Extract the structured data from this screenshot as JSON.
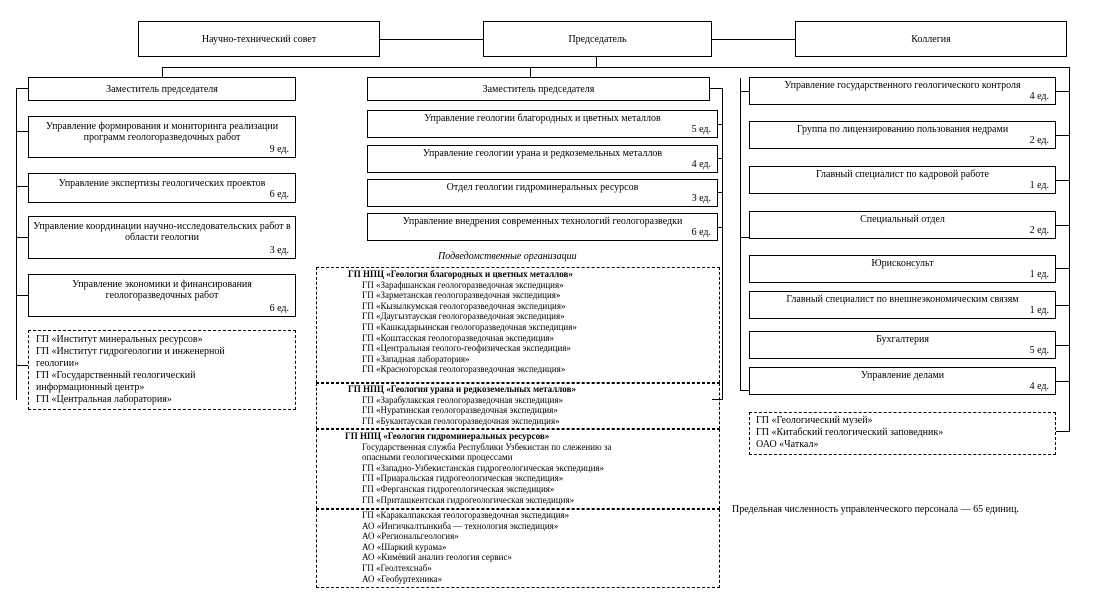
{
  "top": {
    "ntc": "Научно-технический совет",
    "chair": "Председатель",
    "board": "Коллегия"
  },
  "left": {
    "deputy": "Заместитель председателя",
    "units": [
      {
        "name": "Управление формирования и мониторинга реализации программ геологоразведочных работ",
        "staff": "9 ед."
      },
      {
        "name": "Управление экспертизы геологических проектов",
        "staff": "6 ед."
      },
      {
        "name": "Управление координации научно-исследовательских работ в области геологии",
        "staff": "3 ед."
      },
      {
        "name": "Управление экономики и финансирования геологоразведочных работ",
        "staff": "6 ед."
      }
    ],
    "orgs": [
      "ГП «Институт минеральных ресурсов»",
      "ГП «Институт гидрогеологии и инженерной геологии»",
      "ГП «Государственный геологический информационный центр»",
      "ГП «Центральная лаборатория»"
    ]
  },
  "middle": {
    "deputy": "Заместитель председателя",
    "units": [
      {
        "name": "Управление геологии благородных и цветных металлов",
        "staff": "5 ед."
      },
      {
        "name": "Управление геологии урана и редкоземельных металлов",
        "staff": "4 ед."
      },
      {
        "name": "Отдел геологии гидроминеральных ресурсов",
        "staff": "3 ед."
      },
      {
        "name": "Управление внедрения современных технологий геологоразведки",
        "staff": "6 ед."
      }
    ],
    "subordinate_caption": "Подведомственные организации",
    "group1": {
      "head": "ГП НПЦ «Геология благородных и цветных металлов»",
      "items": [
        "ГП «Зарафшанская геологоразведочная экспедиция»",
        "ГП «Зарметанская геологоразведочная экспедиция»",
        "ГП «Кызылкумская геологоразведочная экспедиция»",
        "ГП «Даугызтауская геологоразведочная экспедиция»",
        "ГП «Кашкадарьинская геологоразведочная экспедиция»",
        "ГП «Коштасская геологоразведочная экспедиция»",
        "ГП «Центральная геолого-геофизическая экспедиция»",
        "ГП «Западная лаборатория»",
        "ГП «Красногорская геологоразведочная экспедиция»"
      ]
    },
    "group2": {
      "head": "ГП НПЦ «Геология урана и редкоземельных металлов»",
      "items": [
        "ГП «Зарабулакская геологоразведочная экспедиция»",
        "ГП «Нуратинская геологоразведочная экспедиция»",
        "ГП «Букантауская геологоразведочная экспедиция»"
      ]
    },
    "group3": {
      "head": "ГП НПЦ «Геология гидроминеральных ресурсов»",
      "items": [
        "Государственная служба Республики Узбекистан по слежению за",
        "опасными геологическими процессами",
        "ГП «Западно-Узбекистанская гидрогеологическая экспедиция»",
        "ГП «Приаральская гидрогеологическая экспедиция»",
        "ГП «Ферганская гидрогеологическая экспедиция»",
        "ГП «Приташкентская гидрогеологическая экспедиция»"
      ]
    },
    "group4": {
      "items": [
        "ГП «Каракалпакская геологоразведочная экспедиция»",
        "АО «Ингичкалтынкиба — технология экспедиция»",
        "АО «Региональгеология»",
        "АО «Шаркий курама»",
        "АО «Кимёвий анализ геология сервис»",
        "ГП «Геолтехснаб»",
        "АО «Геобуртехника»"
      ]
    }
  },
  "right": {
    "units": [
      {
        "name": "Управление государственного геологического контроля",
        "staff": "4 ед."
      },
      {
        "name": "Группа по лицензированию пользования недрами",
        "staff": "2 ед."
      },
      {
        "name": "Главный специалист по кадровой работе",
        "staff": "1 ед."
      },
      {
        "name": "Специальный отдел",
        "staff": "2 ед."
      },
      {
        "name": "Юрисконсульт",
        "staff": "1 ед."
      },
      {
        "name": "Главный специалист по внешнеэкономическим связям",
        "staff": "1 ед."
      },
      {
        "name": "Бухгалтерия",
        "staff": "5 ед."
      },
      {
        "name": "Управление делами",
        "staff": "4 ед."
      }
    ],
    "orgs": [
      "ГП «Геологический музей»",
      "ГП «Китабский геологический заповедник»",
      "ОАО «Чаткал»"
    ]
  },
  "footer_note": "Предельная численность управленческого персонала — 65 единиц."
}
